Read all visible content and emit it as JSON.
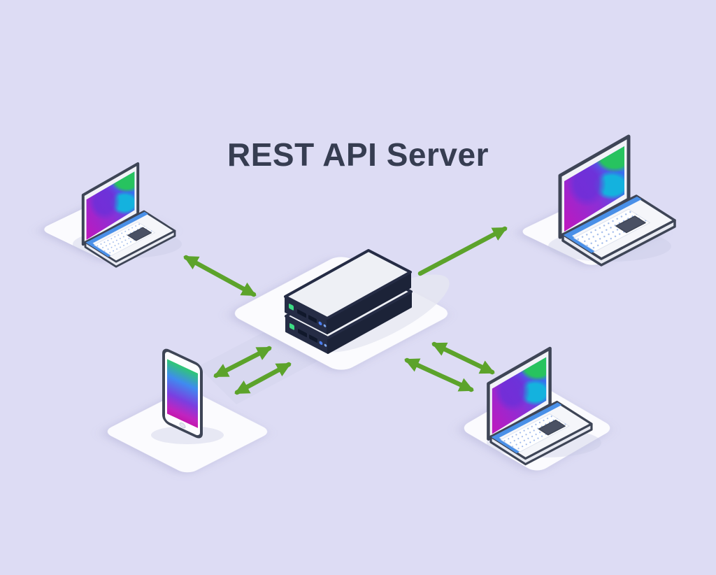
{
  "title": "REST API Server",
  "colors": {
    "background": "#dddcf4",
    "arrow": "#5ca32b",
    "title_text": "#363d51",
    "server_dark": "#252c45",
    "platform": "#fbfbfe",
    "device_outline": "#3e4556",
    "hinge_stripe": "#4a90e8",
    "led_green": "#3ddc84",
    "led_blue": "#4a7df0"
  },
  "screen_palette": [
    "#c117bd",
    "#8b2fd6",
    "#3b62ee",
    "#14b2de",
    "#27c35f"
  ],
  "diagram": {
    "type": "isometric-architecture-illustration",
    "center_node": {
      "id": "rest-api-server",
      "kind": "server-stack",
      "units": 2,
      "label": "REST API Server"
    },
    "client_nodes": [
      {
        "id": "laptop-top-left",
        "kind": "laptop",
        "position": "top-left"
      },
      {
        "id": "laptop-top-right",
        "kind": "laptop",
        "position": "top-right"
      },
      {
        "id": "smartphone-bottom-left",
        "kind": "smartphone",
        "position": "bottom-left"
      },
      {
        "id": "laptop-bottom-right",
        "kind": "laptop",
        "position": "bottom-right"
      }
    ],
    "connections": [
      {
        "from": "laptop-top-left",
        "to": "rest-api-server",
        "arrows": "bidirectional",
        "lines": 1
      },
      {
        "from": "rest-api-server",
        "to": "laptop-top-right",
        "arrows": "one-way",
        "lines": 1
      },
      {
        "from": "smartphone-bottom-left",
        "to": "rest-api-server",
        "arrows": "bidirectional",
        "lines": 2
      },
      {
        "from": "rest-api-server",
        "to": "laptop-bottom-right",
        "arrows": "bidirectional",
        "lines": 2
      }
    ]
  }
}
